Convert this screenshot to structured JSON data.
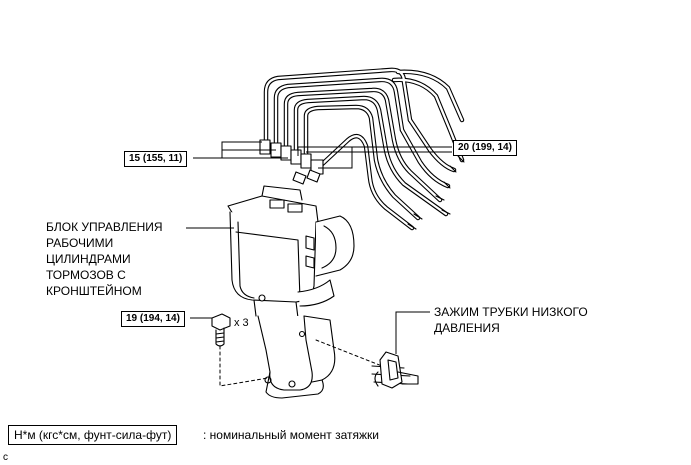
{
  "callouts": {
    "torque_left": "15 (155, 11)",
    "torque_right": "20 (199, 14)",
    "torque_bolt": "19 (194, 14)",
    "bolt_qty": "x 3"
  },
  "labels": {
    "actuator": [
      "БЛОК УПРАВЛЕНИЯ",
      "РАБОЧИМИ",
      "ЦИЛИНДРАМИ",
      "ТОРМОЗОВ С",
      "КРОНШТЕЙНОМ"
    ],
    "clamp": [
      "ЗАЖИМ ТРУБКИ НИЗКОГО",
      "ДАВЛЕНИЯ"
    ]
  },
  "legend": {
    "unit_box": "Н*м (кгс*см, фунт-сила-фут)",
    "description": ": номинальный момент затяжки"
  },
  "corner_mark": "c"
}
